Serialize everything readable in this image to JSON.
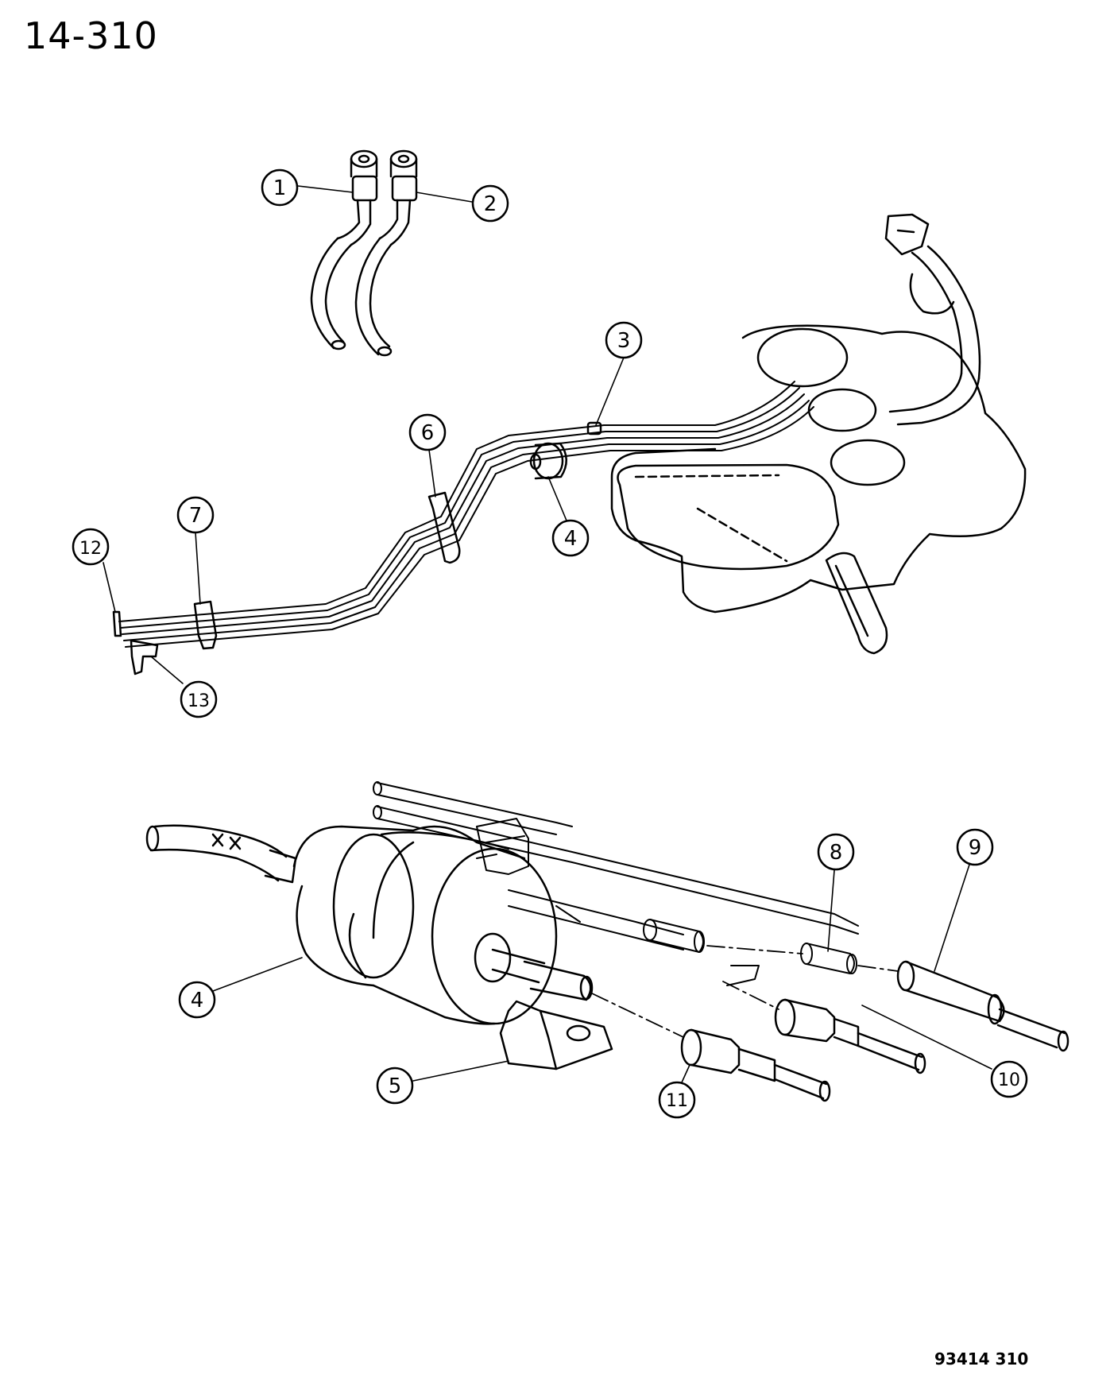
{
  "header": {
    "page_number": "14-310"
  },
  "footer": {
    "figure_code": "93414 310"
  },
  "callouts": [
    "1",
    "2",
    "3",
    "4",
    "6",
    "7",
    "12",
    "13",
    "4",
    "5",
    "8",
    "9",
    "10",
    "11"
  ],
  "colors": {
    "ink": "#000000",
    "paper": "#ffffff"
  }
}
